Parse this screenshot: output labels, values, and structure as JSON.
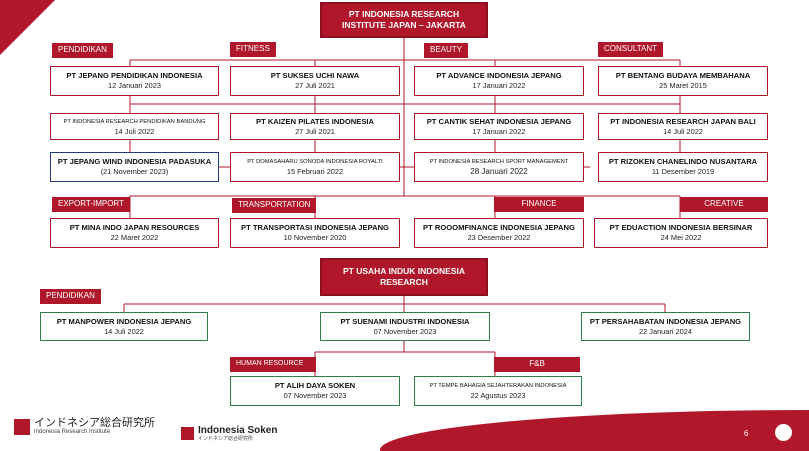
{
  "root": {
    "line1": "PT INDONESIA RESEARCH",
    "line2": "INSTITUTE JAPAN – JAKARTA"
  },
  "tags": {
    "pendidikan": "PENDIDIKAN",
    "fitness": "FITNESS",
    "beauty": "BEAUTY",
    "consultant": "CONSULTANT",
    "export_import": "EXPORT-IMPORT",
    "transportation": "TRANSPORTATION",
    "finance": "FINANCE",
    "creative": "CREATIVE",
    "pendidikan2": "PENDIDIKAN",
    "human_resource": "HUMAN RESOURCE",
    "fnb": "F&B"
  },
  "companies": {
    "c1": {
      "name": "PT JEPANG PENDIDIKAN INDONESIA",
      "date": "12 Januari 2023"
    },
    "c2": {
      "name": "PT SUKSES UCHI NAWA",
      "date": "27 Juli 2021"
    },
    "c3": {
      "name": "PT ADVANCE INDONESIA JEPANG",
      "date": "17 Januari 2022"
    },
    "c4": {
      "name": "PT BENTANG BUDAYA MEMBAHANA",
      "date": "25 Maret 2015"
    },
    "c5": {
      "name": "PT INDONESIA RESEARCH PENDIDIKAN BANDUNG",
      "date": "14 Juli 2022"
    },
    "c6": {
      "name": "PT KAIZEN PILATES INDONESIA",
      "date": "27 Juli 2021"
    },
    "c7": {
      "name": "PT CANTIK SEHAT INDONESIA JEPANG",
      "date": "17 Januari 2022"
    },
    "c8": {
      "name": "PT INDONESIA RESEARCH JAPAN BALI",
      "date": "14 Juli 2022"
    },
    "c9": {
      "name": "PT JEPANG WIND INDONESIA PADASUKA",
      "date": "(21 November 2023)"
    },
    "c10": {
      "name": "PT DOMASAHARU SONODA INDONESIA ROYALTI",
      "date": "15 Februari 2022"
    },
    "c11": {
      "name": "PT INDONESIA RESEARCH SPORT MANAGEMENT",
      "date": "28 Januari 2022"
    },
    "c12": {
      "name": "PT RIZOKEN CHANELINDO NUSANTARA",
      "date": "11 Desember 2019"
    },
    "c13": {
      "name": "PT MINA INDO JAPAN RESOURCES",
      "date": "22 Maret 2022"
    },
    "c14": {
      "name": "PT TRANSPORTASI INDONESIA JEPANG",
      "date": "10 November 2020"
    },
    "c15": {
      "name": "PT ROOOMFINANCE INDONESIA JEPANG",
      "date": "23 Desember 2022"
    },
    "c16": {
      "name": "PT EDUACTION INDONESIA BERSINAR",
      "date": "24 Mei 2022"
    }
  },
  "root2": {
    "line1": "PT USAHA INDUK INDONESIA",
    "line2": "RESEARCH"
  },
  "companies2": {
    "d1": {
      "name": "PT MANPOWER INDONESIA JEPANG",
      "date": "14 Juli 2022"
    },
    "d2": {
      "name": "PT SUENAMI INDUSTRI INDONESIA",
      "date": "07 November 2023"
    },
    "d3": {
      "name": "PT PERSAHABATAN INDONESIA JEPANG",
      "date": "22 Januari 2024"
    },
    "d4": {
      "name": "PT ALIH DAYA SOKEN",
      "date": "07 November 2023"
    },
    "d5": {
      "name": "PT TEMPE BAHAGIA SEJAHTERAKAN INDONESIA",
      "date": "22 Agustus 2023"
    }
  },
  "footer": {
    "logo1_jp": "インドネシア総合研究所",
    "logo1_en": "Indonesia Research Institute",
    "logo2_title": "Indonesia Soken",
    "logo2_sub": "インドネシア総合研究所",
    "page": "6"
  },
  "colors": {
    "accent": "#b0172b",
    "blue_border": "#1f3b7a",
    "green_border": "#2e7d4a"
  }
}
